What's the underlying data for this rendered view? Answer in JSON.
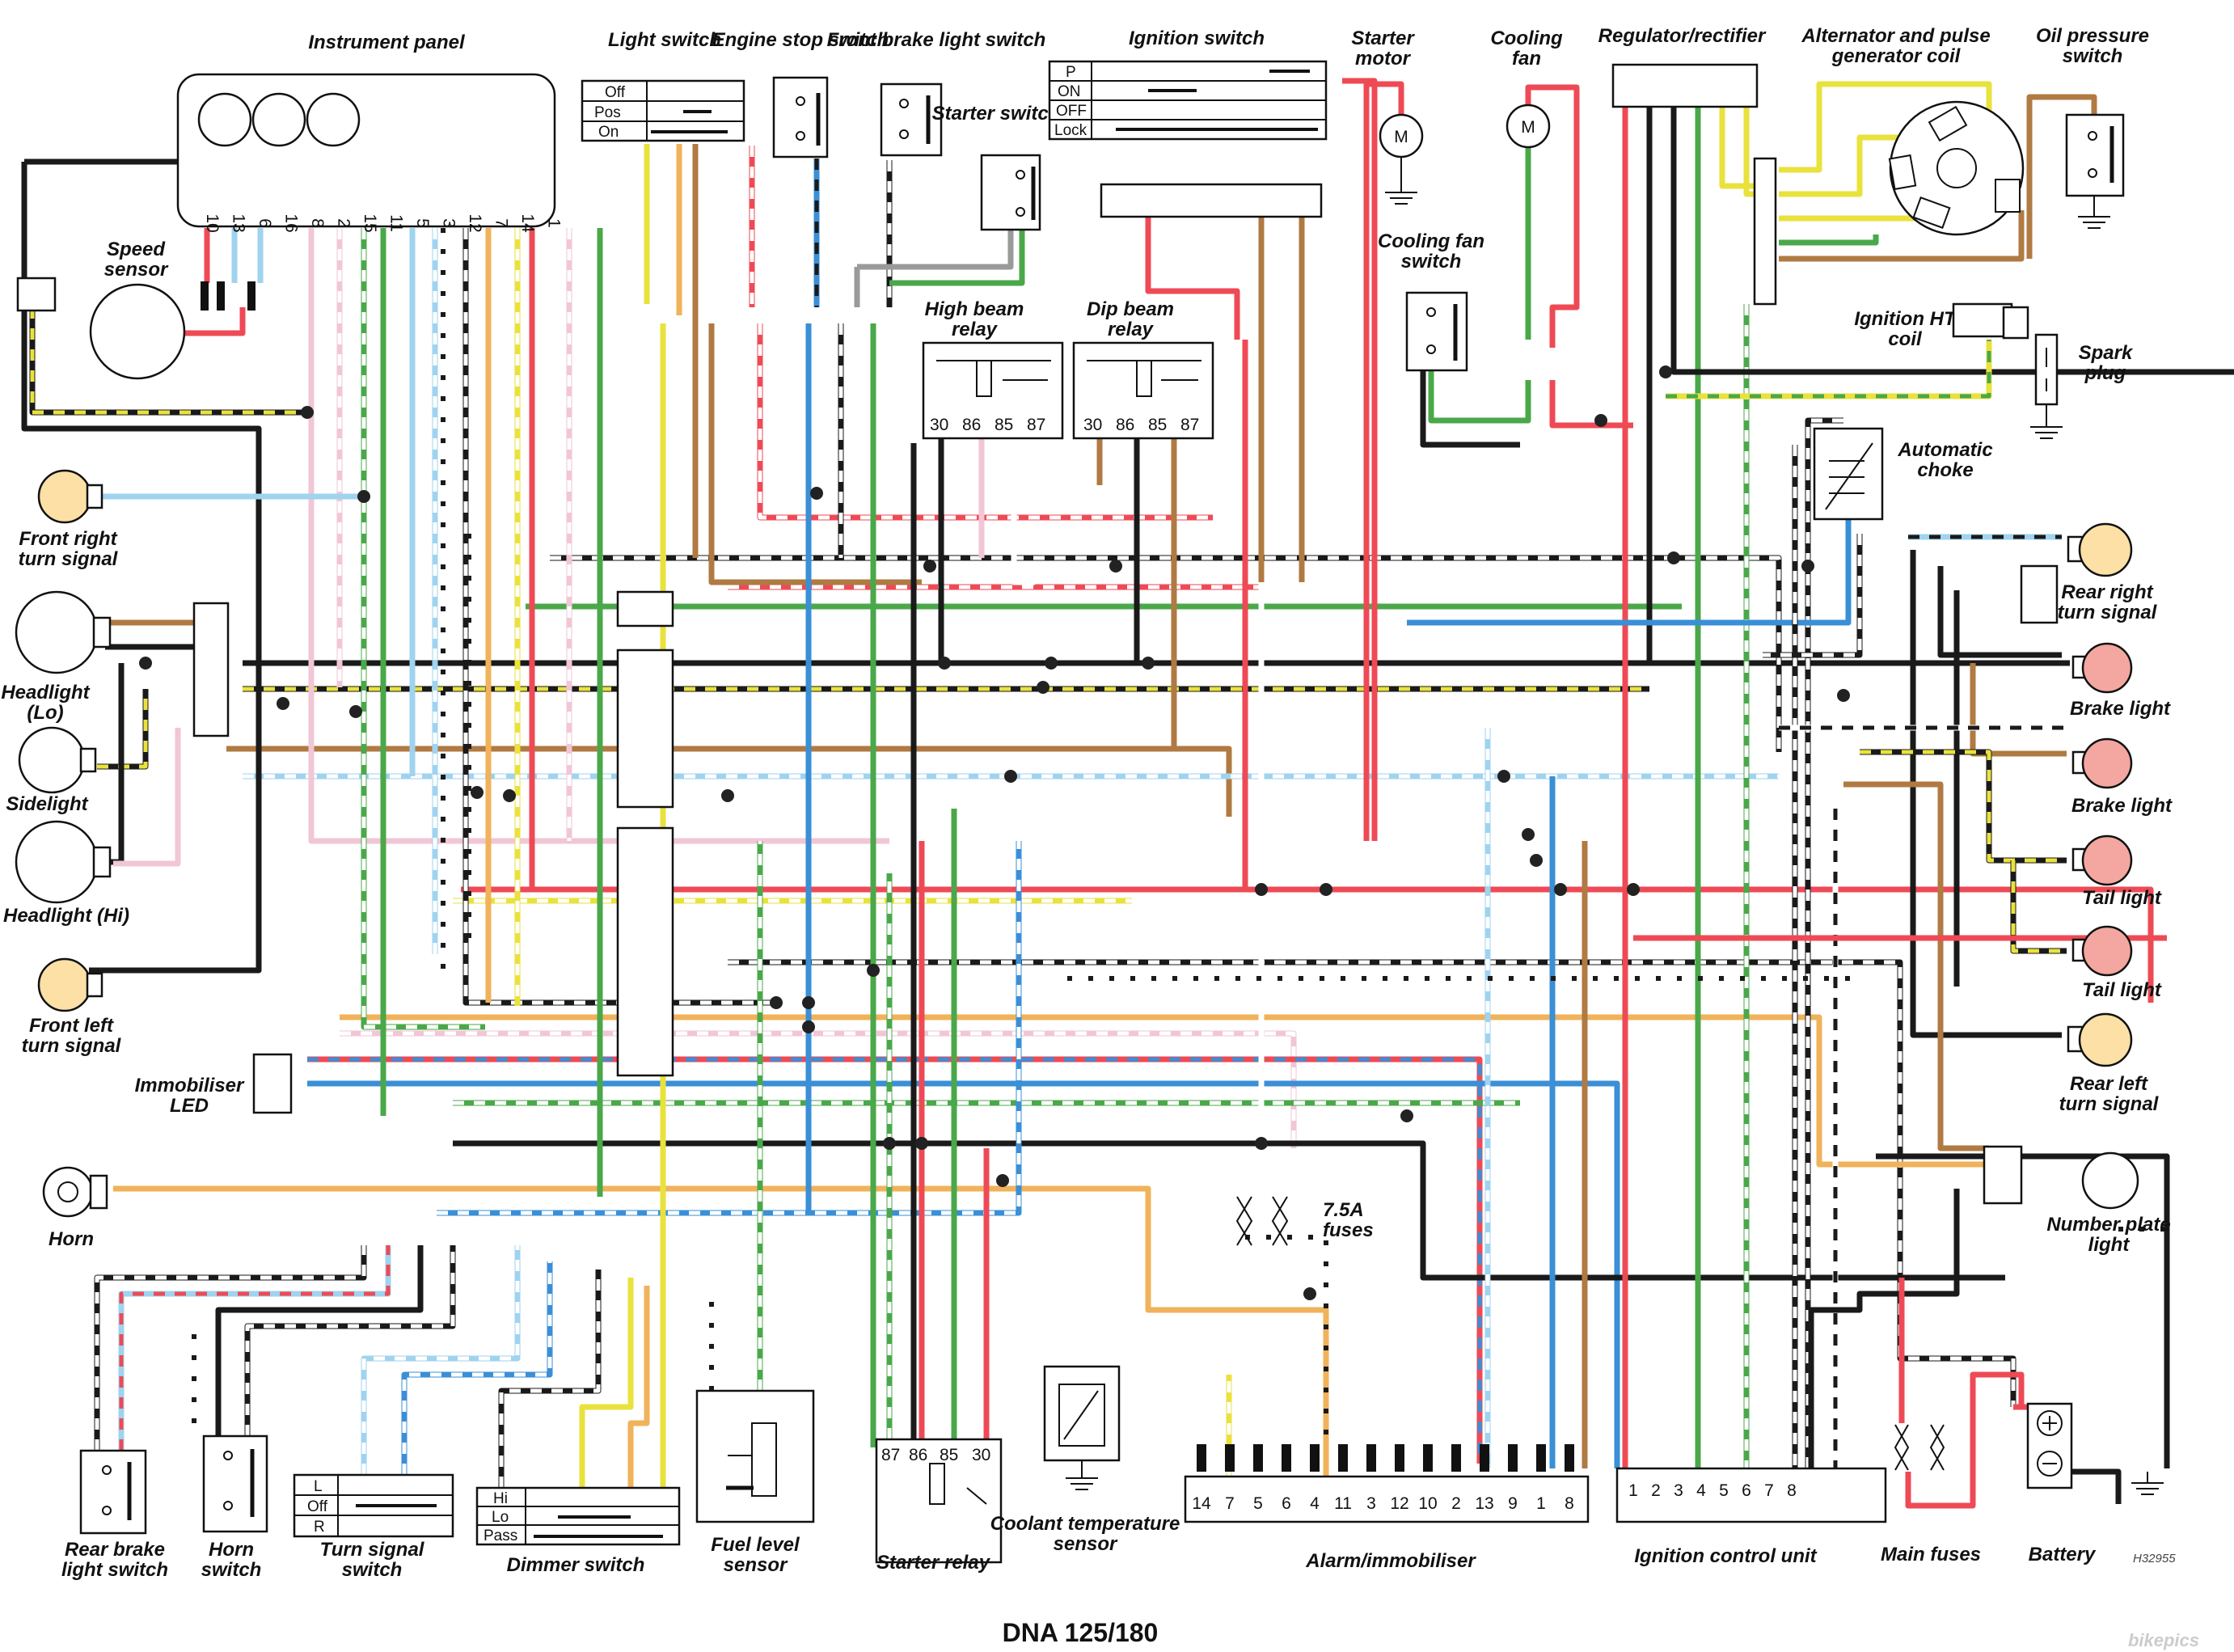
{
  "title": "DNA 125/180",
  "ref_code": "H32955",
  "watermark": "bikepics",
  "wire_colors": {
    "black": "#1a1a1a",
    "red": "#ee4a55",
    "brown": "#b07a43",
    "green": "#4aa84a",
    "blue": "#3a8fd6",
    "yellow": "#e9e23c",
    "orange": "#f0b25a",
    "pink": "#f1c6d6",
    "white": "#ffffff",
    "grey": "#9a9a9a",
    "lightblue": "#9fd3ef"
  },
  "components": {
    "instrument_panel": "Instrument panel",
    "light_switch": "Light switch",
    "engine_stop_switch": "Engine stop switch",
    "front_brake_switch": "Front brake light switch",
    "starter_switch": "Starter switch",
    "ignition_switch": "Ignition switch",
    "starter_motor": "Starter motor",
    "cooling_fan": "Cooling fan",
    "regulator": "Regulator/rectifier",
    "alternator": "Alternator and pulse generator coil",
    "oil_pressure": "Oil pressure switch",
    "speed_sensor": "Speed sensor",
    "high_beam_relay": "High beam relay",
    "dip_beam_relay": "Dip beam relay",
    "cooling_fan_switch": "Cooling fan switch",
    "ignition_ht_coil": "Ignition HT coil",
    "spark_plug": "Spark plug",
    "automatic_choke": "Automatic choke",
    "front_right_turn": "Front right turn signal",
    "headlight_lo": "Headlight (Lo)",
    "sidelight": "Sidelight",
    "headlight_hi": "Headlight (Hi)",
    "front_left_turn": "Front left turn signal",
    "immobiliser_led": "Immobiliser LED",
    "horn": "Horn",
    "rear_right_turn": "Rear right turn signal",
    "brake_light_1": "Brake light",
    "brake_light_2": "Brake light",
    "tail_light_1": "Tail light",
    "tail_light_2": "Tail light",
    "rear_left_turn": "Rear left turn signal",
    "number_plate": "Number plate light",
    "fuses_75a": "7.5A fuses",
    "rear_brake_switch": "Rear brake light switch",
    "horn_switch": "Horn switch",
    "turn_signal_switch": "Turn signal switch",
    "dimmer_switch": "Dimmer switch",
    "fuel_level_sensor": "Fuel level sensor",
    "starter_relay": "Starter relay",
    "coolant_sensor": "Coolant temperature sensor",
    "alarm": "Alarm/immobiliser",
    "icu": "Ignition control unit",
    "main_fuses": "Main fuses",
    "battery": "Battery"
  },
  "instrument_pins": [
    "10",
    "13",
    "6",
    "16",
    "8",
    "2",
    "15",
    "11",
    "5",
    "3",
    "12",
    "7",
    "14",
    "1"
  ],
  "light_switch_positions": [
    "Off",
    "Pos",
    "On"
  ],
  "ignition_positions": [
    "P",
    "ON",
    "OFF",
    "Lock"
  ],
  "relay_terminals": [
    "30",
    "86",
    "85",
    "87"
  ],
  "starter_relay_terminals": [
    "87",
    "86",
    "85",
    "30"
  ],
  "turn_switch_positions": [
    "L",
    "Off",
    "R"
  ],
  "dimmer_positions": [
    "Hi",
    "Lo",
    "Pass"
  ],
  "alarm_pins": [
    "14",
    "7",
    "5",
    "6",
    "4",
    "11",
    "3",
    "12",
    "10",
    "2",
    "13",
    "9",
    "1",
    "8"
  ],
  "icu_pins": [
    "1",
    "2",
    "3",
    "4",
    "5",
    "6",
    "7",
    "8"
  ],
  "motor_symbol": "M"
}
